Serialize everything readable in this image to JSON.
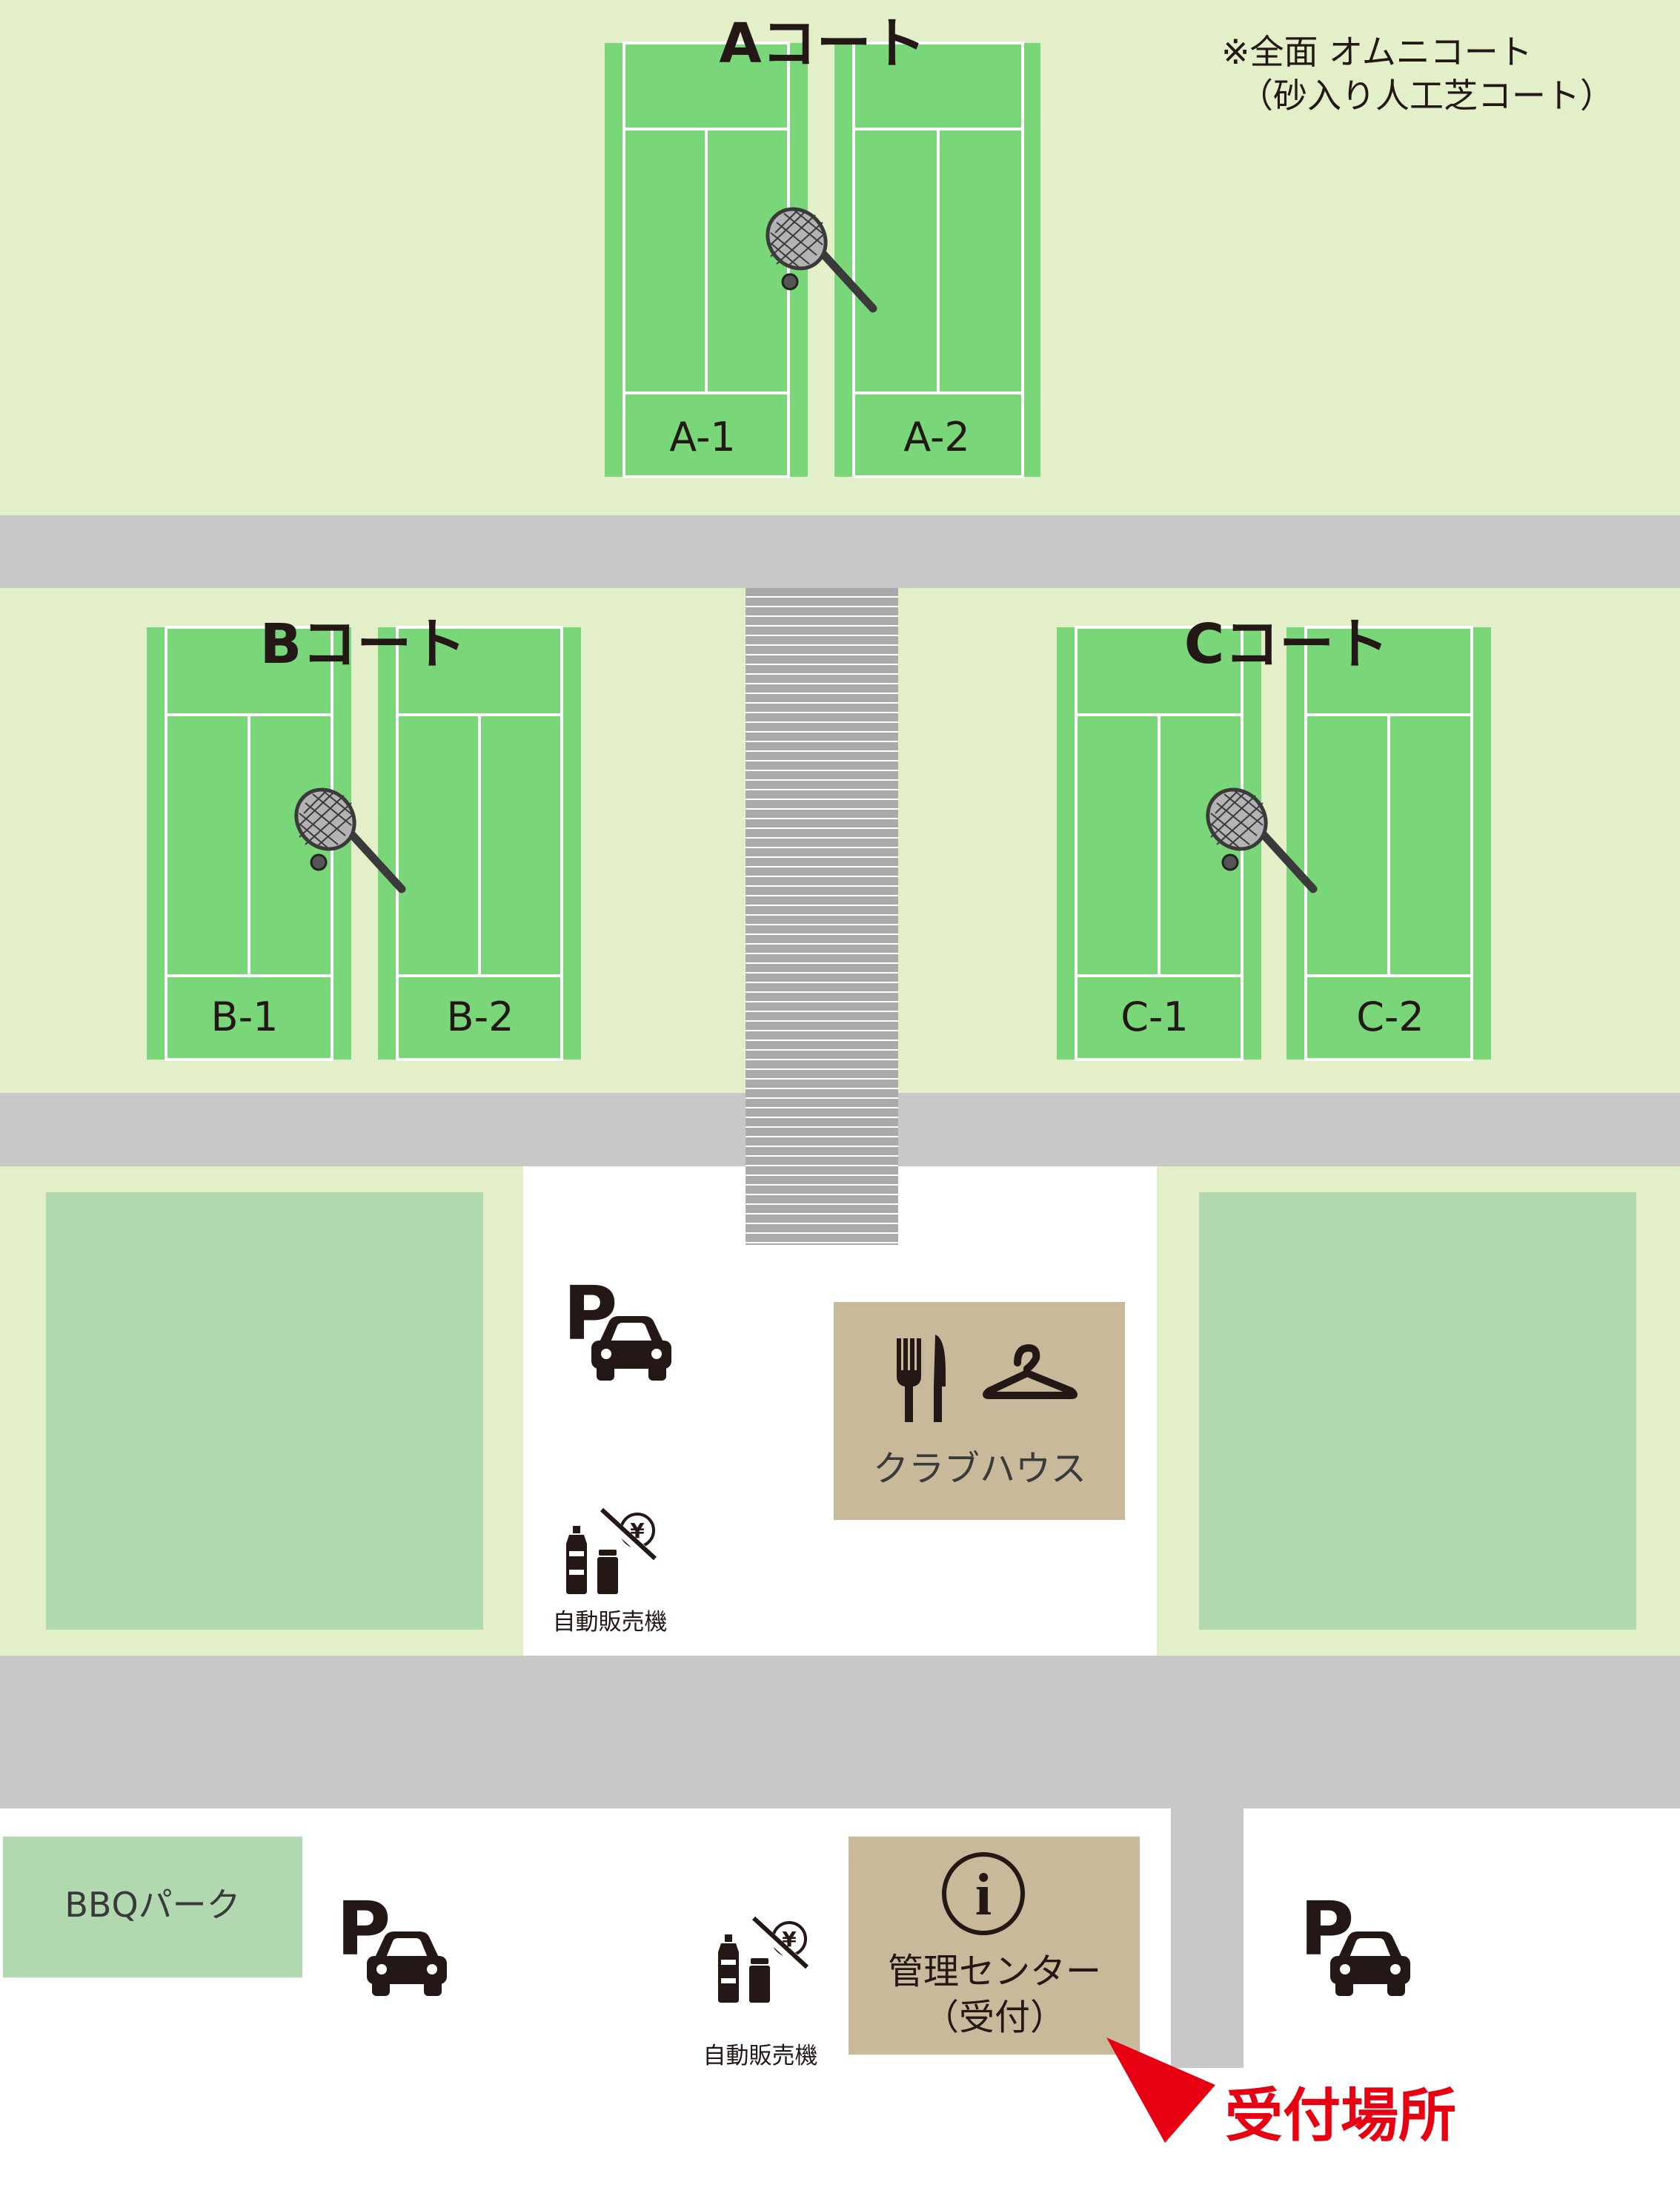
{
  "courts": {
    "a": {
      "title": "Aコート",
      "left_label": "A-1",
      "right_label": "A-2"
    },
    "b": {
      "title": "Bコート",
      "left_label": "B-1",
      "right_label": "B-2"
    },
    "c": {
      "title": "Cコート",
      "left_label": "C-1",
      "right_label": "C-2"
    }
  },
  "note": {
    "line1": "※全面 オムニコート",
    "line2": "（砂入り人工芝コート）"
  },
  "parking": {
    "symbol": "P"
  },
  "clubhouse": {
    "label": "クラブハウス"
  },
  "vending": {
    "label": "自動販売機",
    "yen": "¥"
  },
  "bbq": {
    "label": "BBQパーク"
  },
  "management": {
    "label": "管理センター",
    "sub": "（受付）",
    "info": "i"
  },
  "reception": {
    "label": "受付場所"
  },
  "colors": {
    "lawn": "#e3efc8",
    "court": "#79d77a",
    "court_lines": "#ffffff",
    "road": "#c8c8c8",
    "stairs": "#aaaaaa",
    "field": "#b2d8b0",
    "building": "#c8b99b",
    "icon": "#231815",
    "accent": "#e60012"
  }
}
